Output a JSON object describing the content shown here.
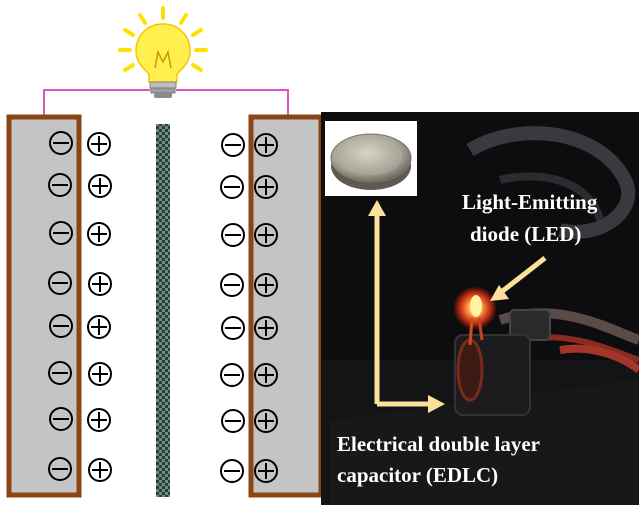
{
  "diagram": {
    "ions": {
      "negative": "⊖",
      "positive": "⊕"
    },
    "colors": {
      "electrode_border": "#8B4513",
      "electrode_fill": "#c4c4c4",
      "wire": "#d657c0",
      "separator_green": "#6e8f73",
      "separator_dark": "#2a3a4a",
      "bulb_yellow": "#fff04f",
      "bulb_rays": "#ffe100",
      "arrow_yellow": "#fbe19a",
      "photo_bg": "#0d0d0f"
    },
    "icons": [
      "light-bulb-icon",
      "coin-cell-icon",
      "led-icon"
    ]
  },
  "labels": {
    "led_line1": "Light-Emitting",
    "led_line2": "diode (LED)",
    "edlc_line1": "Electrical double layer",
    "edlc_line2": "capacitor (EDLC)"
  }
}
